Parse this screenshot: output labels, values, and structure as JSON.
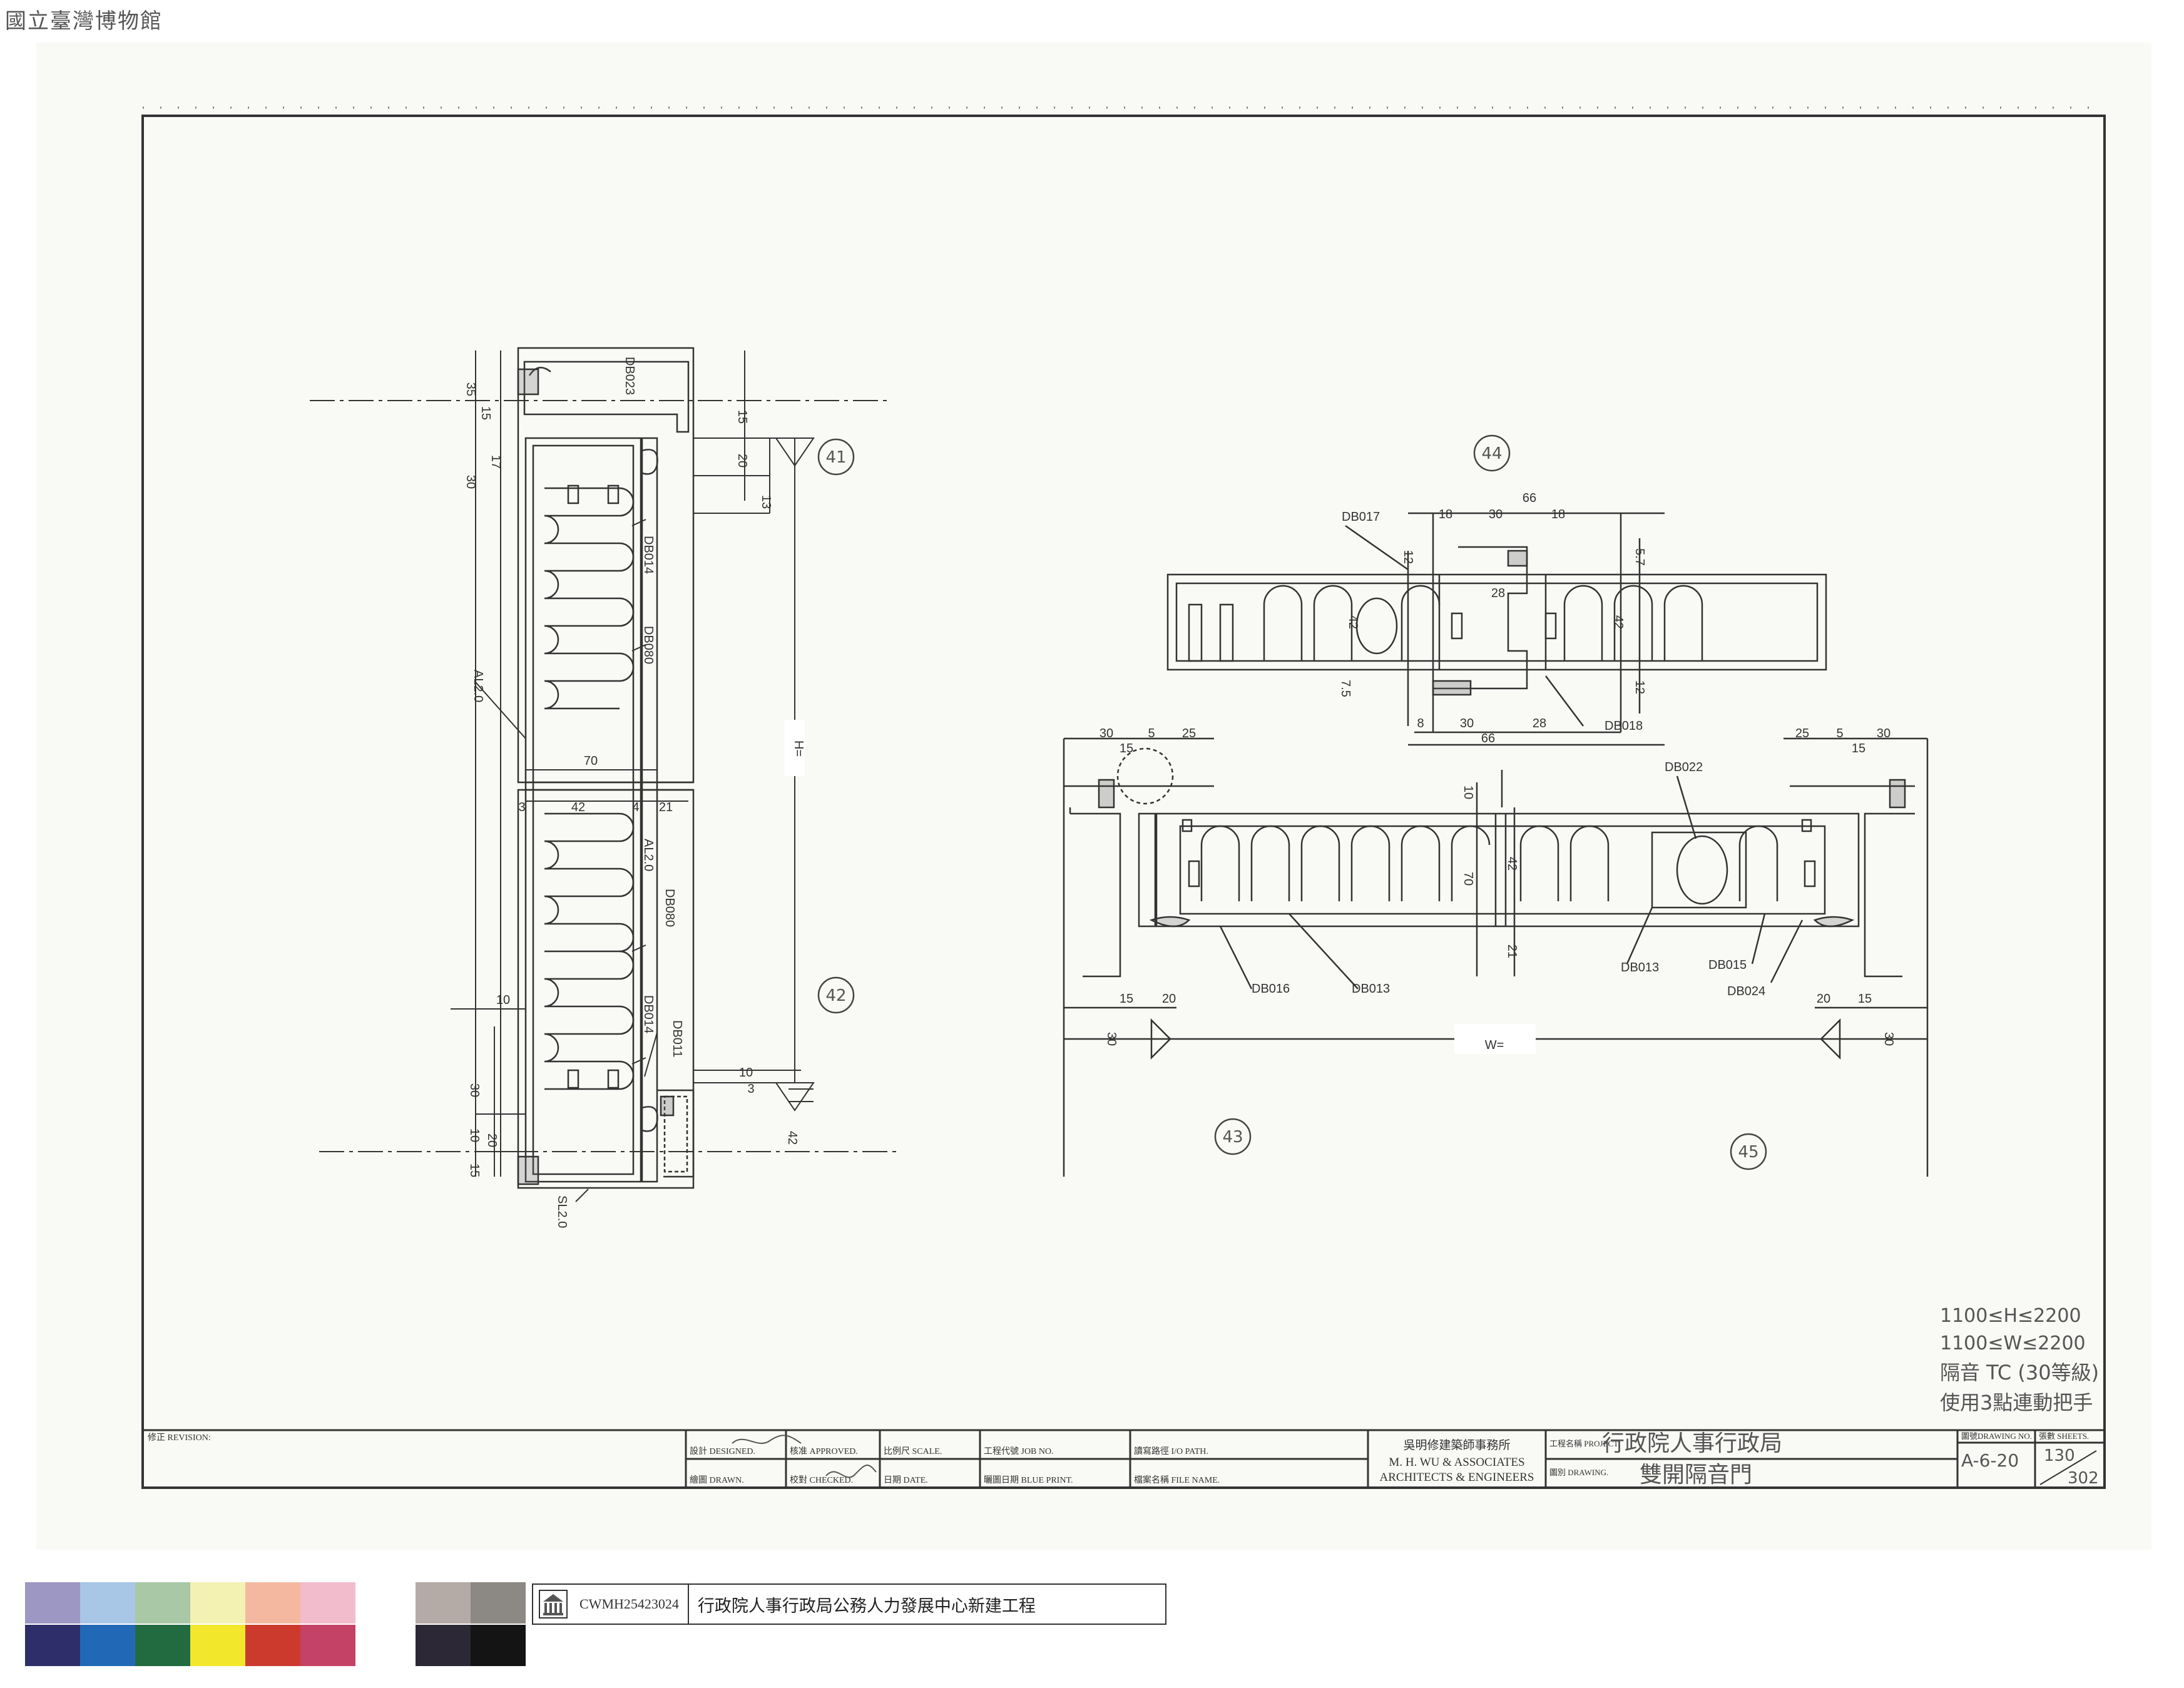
{
  "stamp": "國立臺灣博物館",
  "details": {
    "markers": [
      "41",
      "42",
      "43",
      "44",
      "45"
    ],
    "vertical_section": {
      "labels": [
        "DB023",
        "DB014",
        "DB080",
        "AL2.0",
        "AL2.0",
        "DB080",
        "DB014",
        "DB011",
        "SL2.0"
      ],
      "dims": [
        "35",
        "15",
        "17",
        "30",
        "15",
        "20",
        "13",
        "70",
        "3",
        "42",
        "4",
        "21",
        "10",
        "30",
        "10",
        "20",
        "15",
        "10",
        "3",
        "42"
      ],
      "height_label": "H="
    },
    "meeting_stile": {
      "labels": [
        "DB017",
        "DB018"
      ],
      "dims": [
        "66",
        "18",
        "30",
        "18",
        "12",
        "28",
        "5.7",
        "42",
        "42",
        "7.5",
        "12",
        "8",
        "30",
        "28",
        "66"
      ]
    },
    "plan_section": {
      "labels": [
        "DB022",
        "DB016",
        "DB013",
        "DB013",
        "DB015",
        "DB024"
      ],
      "dims": [
        "30",
        "5",
        "25",
        "15",
        "10",
        "42",
        "70",
        "21",
        "15",
        "20",
        "30",
        "25",
        "5",
        "30",
        "15",
        "20",
        "15",
        "30"
      ],
      "width_label": "W="
    }
  },
  "notes": [
    "1100≤H≤2200",
    "1100≤W≤2200",
    "隔音 TC (30等級)",
    "使用3點連動把手"
  ],
  "title_block": {
    "revision": "修正 REVISION:",
    "designed": "設計 DESIGNED.",
    "approved": "核准 APPROVED.",
    "scale": "比例尺 SCALE.",
    "job_no": "工程代號 JOB NO.",
    "io_path": "讀寫路徑 I/O PATH.",
    "drawn": "繪圖 DRAWN.",
    "checked": "校對 CHECKED.",
    "date": "日期 DATE.",
    "blue_print": "曬圖日期 BLUE PRINT.",
    "file_name": "檔案名稱 FILE NAME.",
    "firm_cn": "吳明修建築師事務所",
    "firm_en_1": "M. H. WU & ASSOCIATES",
    "firm_en_2": "ARCHITECTS & ENGINEERS",
    "project_label": "工程名稱 PROJECT.",
    "project_value": "行政院人事行政局",
    "drawing_label": "圖別 DRAWING.",
    "drawing_value": "雙開隔音門",
    "drawing_no_label": "圖號DRAWING NO.",
    "drawing_no": "A-6-20",
    "sheets_label": "張數 SHEETS.",
    "sheet_no": "130",
    "sheet_total": "302"
  },
  "museum_strip": {
    "archive_id": "CWMH25423024",
    "title": "行政院人事行政局公務人力發展中心新建工程"
  },
  "swatches": {
    "top": [
      "#9d97c3",
      "#a8c6e6",
      "#a8c8a6",
      "#f4f2b2",
      "#f4b8a0",
      "#f2bccd",
      "#ffffff",
      "#b4aaa6",
      "#8c8884"
    ],
    "bottom": [
      "#2e2e6a",
      "#2169b6",
      "#226b40",
      "#f2e72a",
      "#cc3a2e",
      "#c44266",
      "#ffffff",
      "#2c2836",
      "#141414"
    ]
  }
}
